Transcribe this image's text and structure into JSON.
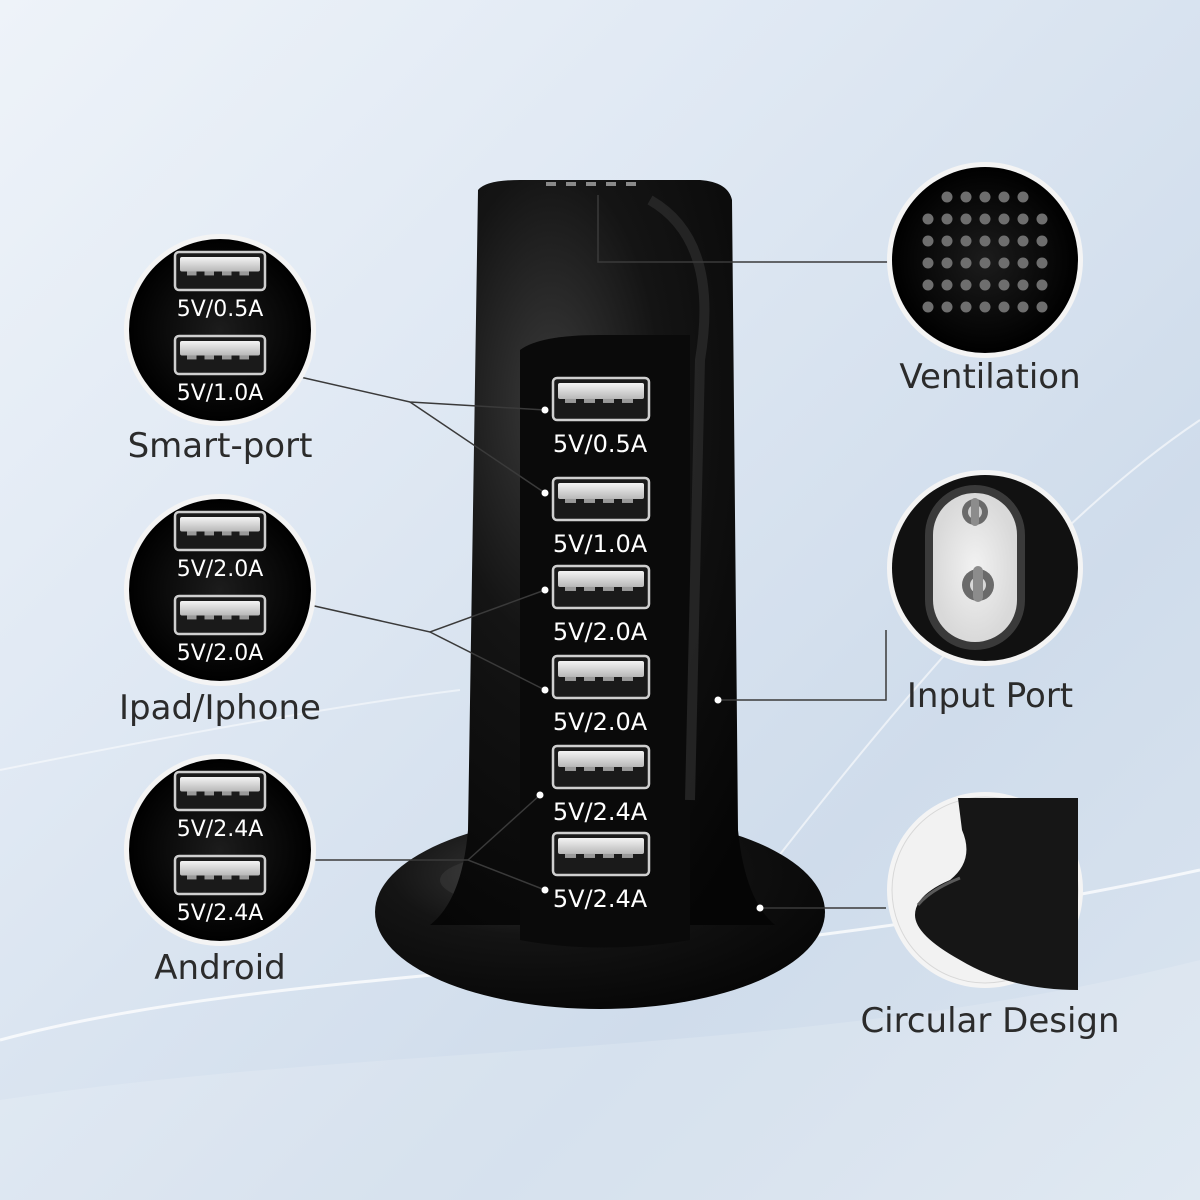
{
  "tower_ports": [
    "5V/0.5A",
    "5V/1.0A",
    "5V/2.0A",
    "5V/2.0A",
    "5V/2.4A",
    "5V/2.4A"
  ],
  "left_callouts": [
    {
      "label": "Smart-port",
      "ports": [
        "5V/0.5A",
        "5V/1.0A"
      ]
    },
    {
      "label": "Ipad/Iphone",
      "ports": [
        "5V/2.0A",
        "5V/2.0A"
      ]
    },
    {
      "label": "Android",
      "ports": [
        "5V/2.4A",
        "5V/2.4A"
      ]
    }
  ],
  "right_callouts": [
    {
      "label": "Ventilation",
      "icon": "ventilation-grille-icon"
    },
    {
      "label": "Input Port",
      "icon": "power-input-socket-icon"
    },
    {
      "label": "Circular Design",
      "icon": "curved-base-edge-icon"
    }
  ],
  "colors": {
    "device": "#0d0d0d",
    "port_metal": "#d9d9d9",
    "text": "#2b2b2b"
  }
}
